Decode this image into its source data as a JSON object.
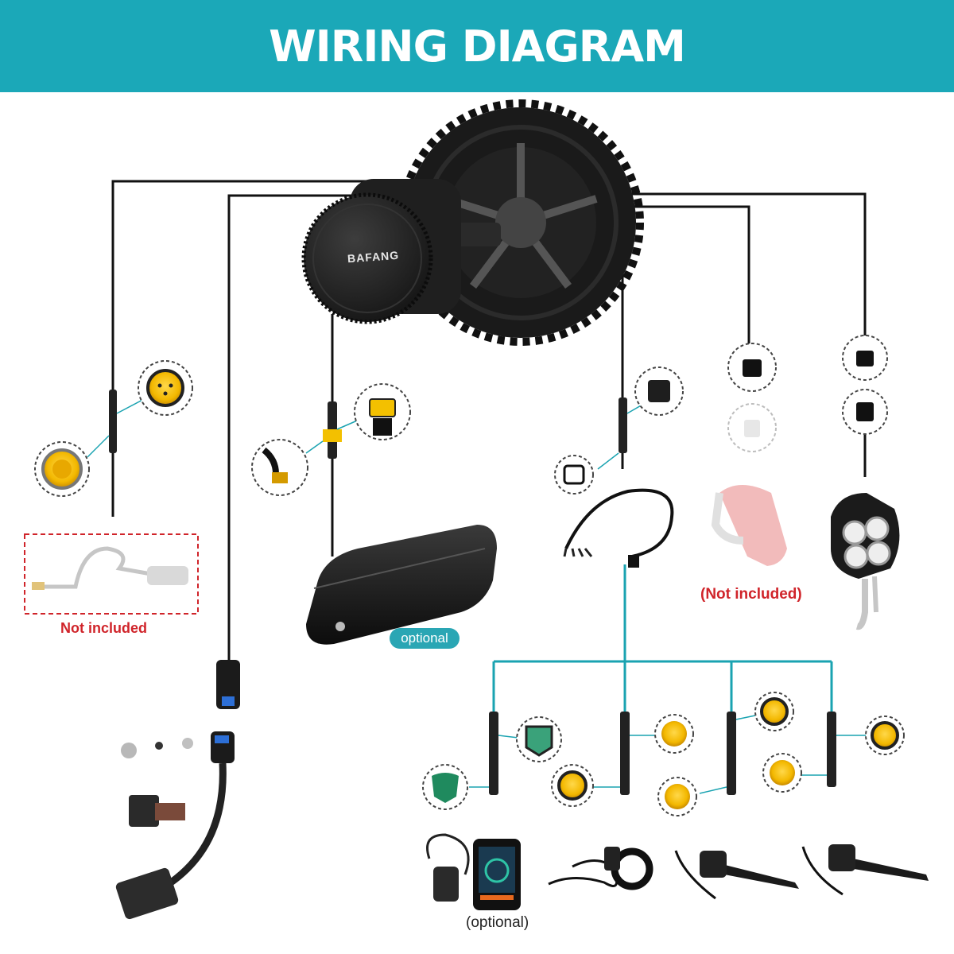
{
  "header": {
    "title": "WIRING DIAGRAM"
  },
  "motor": {
    "brand_label": "BAFANG"
  },
  "labels": {
    "speed_sensor_note": "Not included",
    "tail_light_note": "(Not included)",
    "battery_note": "optional",
    "display_note": "(optional)"
  },
  "colors": {
    "header_bg": "#1ba8b8",
    "wire_teal": "#1aa3b1",
    "not_included_red": "#d0242a",
    "connector_yellow": "#f3c000"
  }
}
